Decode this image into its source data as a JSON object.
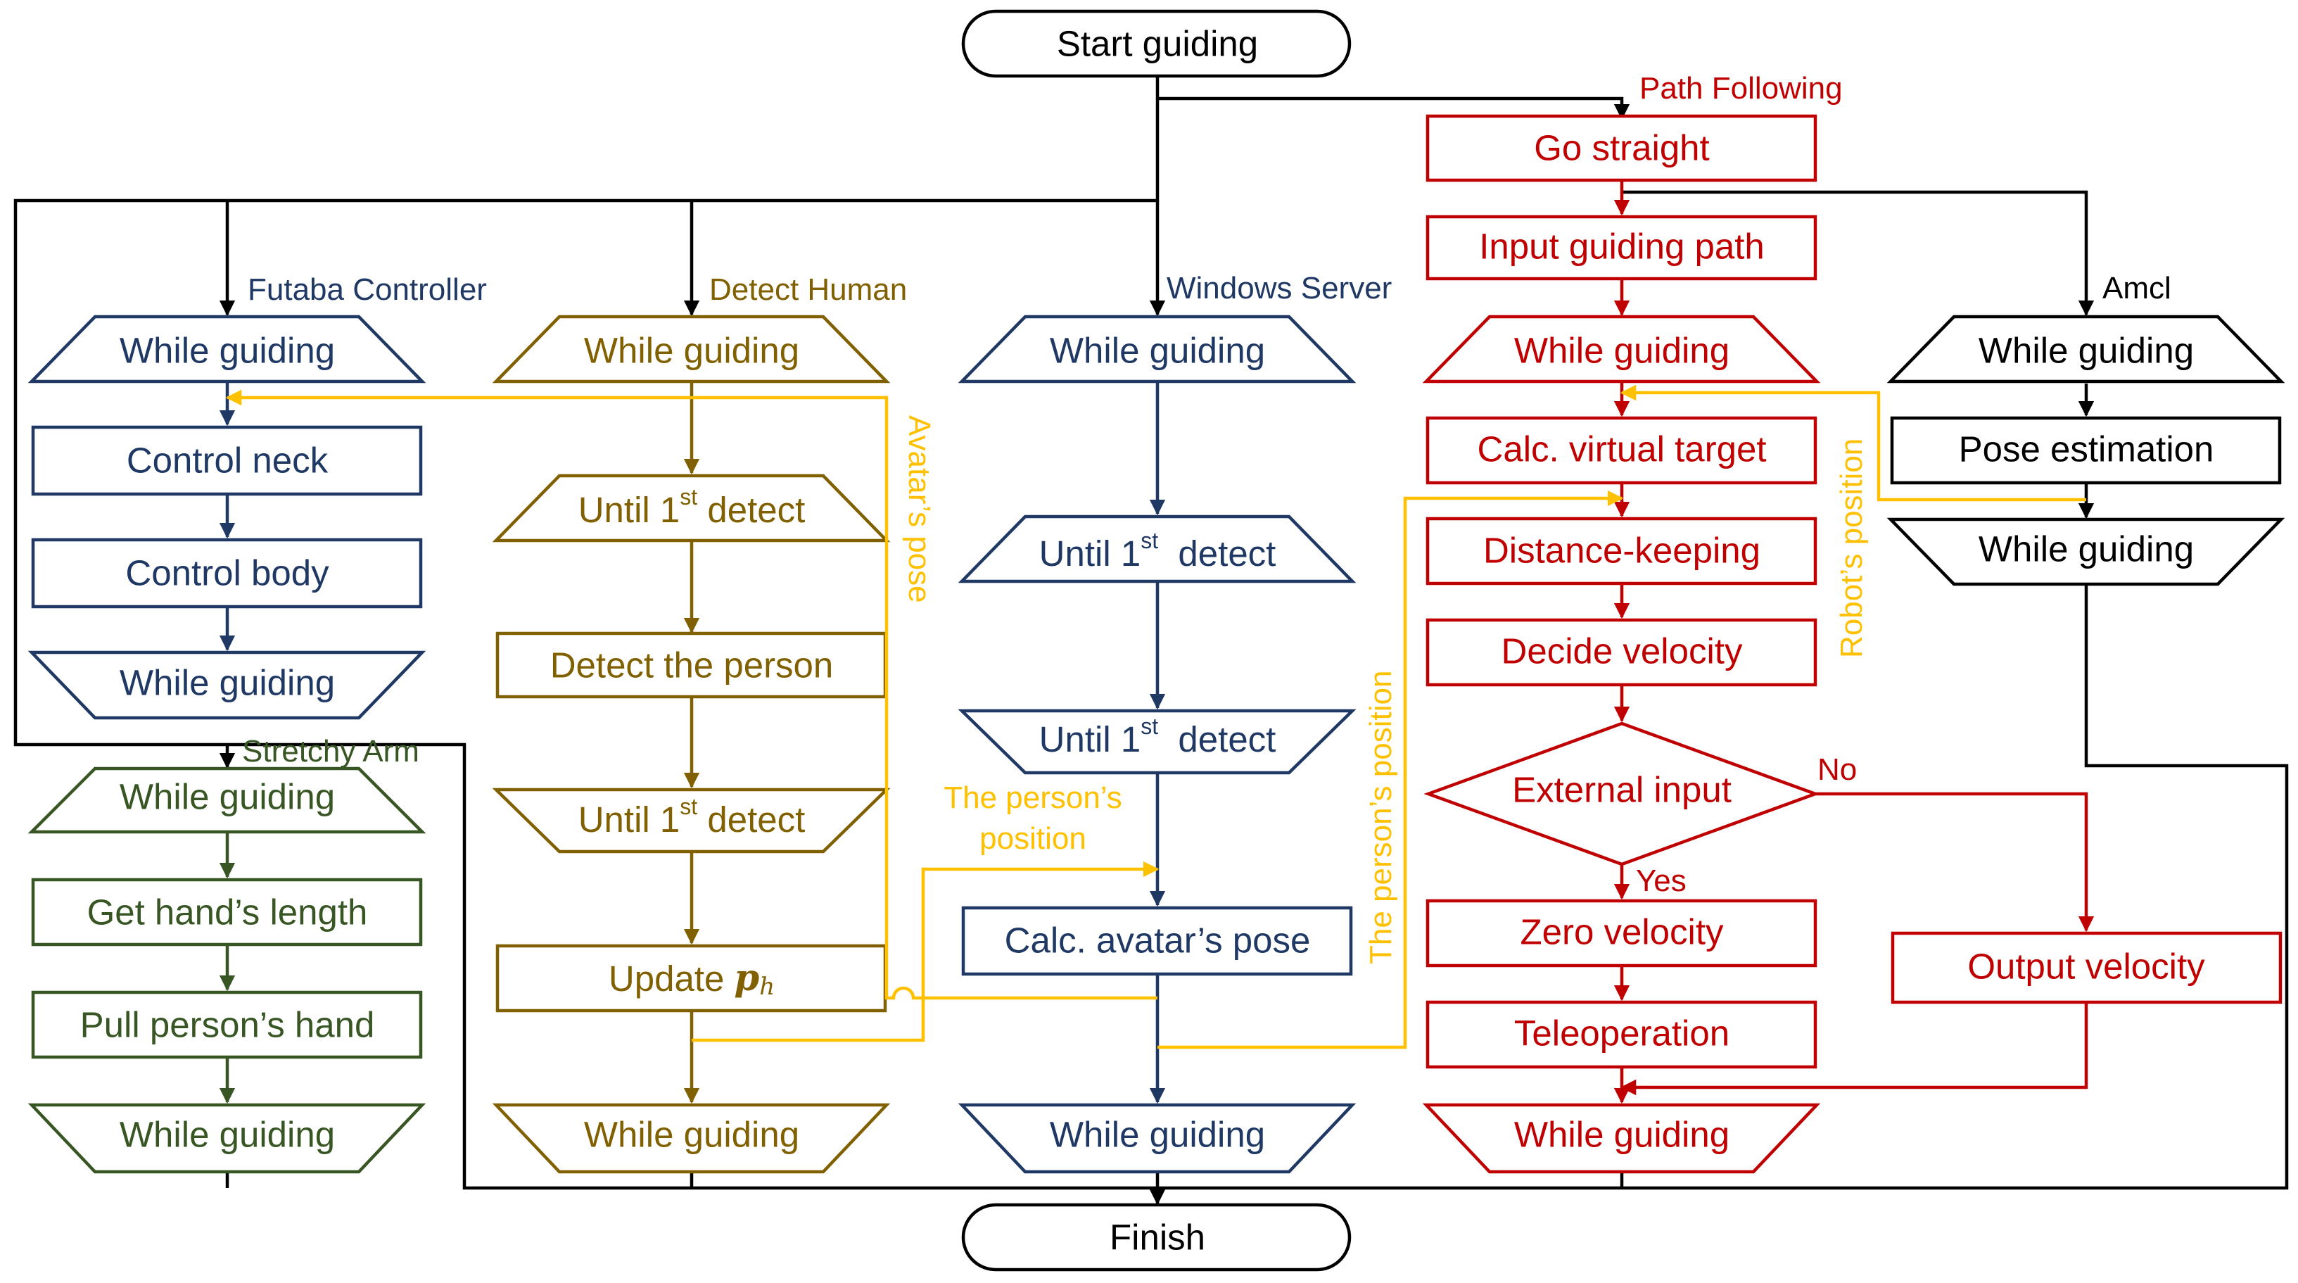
{
  "colors": {
    "black": "#000000",
    "navy": "#1f3864",
    "olive": "#806000",
    "green": "#375623",
    "red": "#c00000",
    "yellow": "#ffc000"
  },
  "terminals": {
    "start": "Start guiding",
    "finish": "Finish"
  },
  "groups": {
    "futaba": "Futaba Controller",
    "stretchy": "Stretchy Arm",
    "detect_human": "Detect Human",
    "windows": "Windows Server",
    "path_following": "Path Following",
    "amcl": "Amcl"
  },
  "futaba": {
    "loop_start": "While guiding",
    "neck": "Control neck",
    "body": "Control body",
    "loop_end": "While guiding"
  },
  "stretchy": {
    "loop_start": "While guiding",
    "length": "Get hand’s length",
    "pull": "Pull person’s hand",
    "loop_end": "While guiding"
  },
  "detect": {
    "loop_start": "While guiding",
    "until1_pre": "Until 1",
    "until1_sup": "st",
    "until1_post": " detect",
    "detect_person": "Detect the person",
    "until2_pre": "Until 1",
    "until2_sup": "st",
    "until2_post": " detect",
    "update_pre": "Update ",
    "update_var": "p",
    "update_sub": "h",
    "loop_end": "While guiding"
  },
  "windows": {
    "loop_start": "While guiding",
    "until1_pre": "Until 1",
    "until1_sup": "st",
    "until1_post": "  detect",
    "until2_pre": "Until 1",
    "until2_sup": "st",
    "until2_post": "  detect",
    "avatar_pose": "Calc. avatar’s pose",
    "loop_end": "While guiding"
  },
  "path": {
    "go_straight": "Go straight",
    "input_path": "Input guiding path",
    "loop_start": "While guiding",
    "virtual_target": "Calc. virtual target",
    "distance": "Distance-keeping",
    "velocity": "Decide velocity",
    "external": "External input",
    "no": "No",
    "yes": "Yes",
    "zero": "Zero velocity",
    "tele": "Teleoperation",
    "output": "Output velocity",
    "loop_end": "While guiding"
  },
  "amcl": {
    "loop_start": "While guiding",
    "pose": "Pose estimation",
    "loop_end": "While guiding"
  },
  "signals": {
    "avatar_pose": "Avatar’s pose",
    "person_position_line1": "The person’s",
    "person_position_line2": "position",
    "person_position_vertical": "The person’s position",
    "robot_position": "Robot’s position"
  }
}
